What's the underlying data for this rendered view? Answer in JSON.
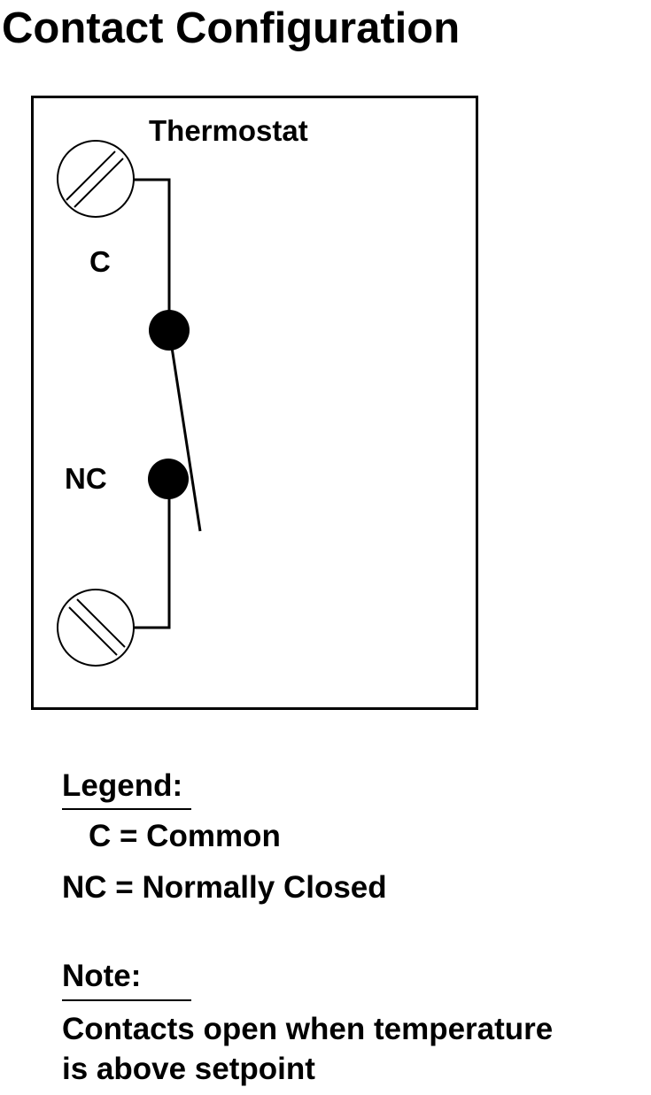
{
  "title": "Contact Configuration",
  "diagram": {
    "box_label": "Thermostat",
    "terminal_top_label": "C",
    "terminal_bottom_label": "NC",
    "icons": {
      "top_terminal": "screw-terminal-icon",
      "bottom_terminal": "screw-terminal-icon",
      "common_contact": "contact-point-icon",
      "nc_contact": "contact-point-icon"
    },
    "switch_state": "closed"
  },
  "legend": {
    "heading": "Legend:",
    "entries": [
      "C = Common",
      "NC = Normally Closed"
    ]
  },
  "note": {
    "heading": "Note:",
    "lines": [
      "Contacts open when temperature",
      "is above setpoint"
    ]
  },
  "colors": {
    "ink": "#000000",
    "background": "#ffffff"
  }
}
